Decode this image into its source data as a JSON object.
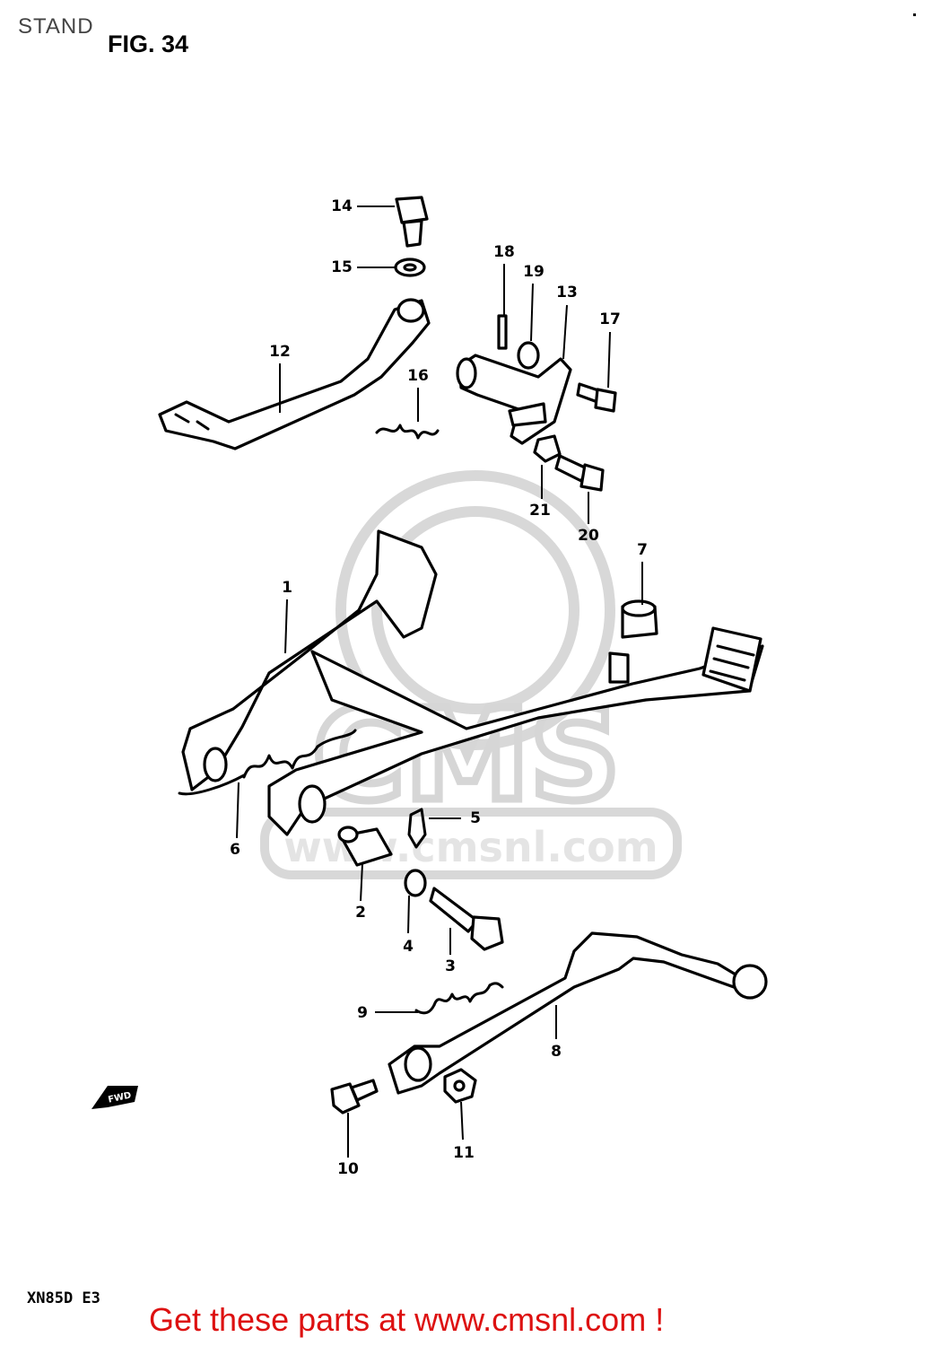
{
  "header": {
    "section_title": "STAND",
    "figure_label": "FIG. 34"
  },
  "diagram": {
    "callouts": {
      "c1": "1",
      "c2": "2",
      "c3": "3",
      "c4": "4",
      "c5": "5",
      "c6": "6",
      "c7": "7",
      "c8": "8",
      "c9": "9",
      "c10": "10",
      "c11": "11",
      "c12": "12",
      "c13": "13",
      "c14": "14",
      "c15": "15",
      "c16": "16",
      "c17": "17",
      "c18": "18",
      "c19": "19",
      "c20": "20",
      "c21": "21"
    },
    "fwd_arrow_label": "FWD",
    "watermark_text": "CMS",
    "watermark_url": "www.cmsnl.com"
  },
  "footer": {
    "model_code": "XN85D E3",
    "promo_text": "Get these parts at www.cmsnl.com !"
  }
}
